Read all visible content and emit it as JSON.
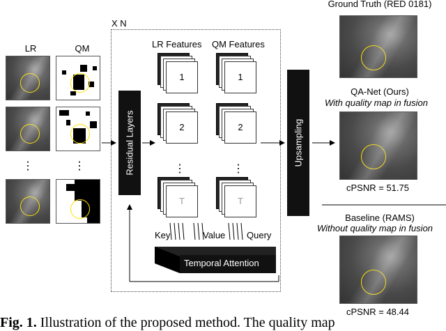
{
  "inputs": {
    "lr_header": "LR",
    "qm_header": "QM",
    "ellipsis": "⋮"
  },
  "block": {
    "repeat_label": "X N",
    "residual_label": "Residual Layers",
    "lr_features_label": "LR Features",
    "qm_features_label": "QM Features",
    "sheet_labels": [
      "1",
      "2",
      "T"
    ],
    "attention_label": "Temporal Attention",
    "key_label": "Key",
    "value_label": "Value",
    "query_label": "Query",
    "ellipsis": "⋮"
  },
  "upsampling_label": "Upsampling",
  "outputs": {
    "gt_title": "Ground Truth (RED 0181)",
    "qanet_title": "QA-Net (Ours)",
    "qanet_subtitle": "With quality map in fusion",
    "qanet_score": "cPSNR = 51.75",
    "baseline_title": "Baseline (RAMS)",
    "baseline_subtitle": "Without quality map in fusion",
    "baseline_score": "cPSNR = 48.44"
  },
  "caption": {
    "prefix": "Fig. 1.",
    "text": "Illustration of the proposed method. The quality map"
  },
  "colors": {
    "ring": "#ffe100",
    "slab": "#111111"
  }
}
